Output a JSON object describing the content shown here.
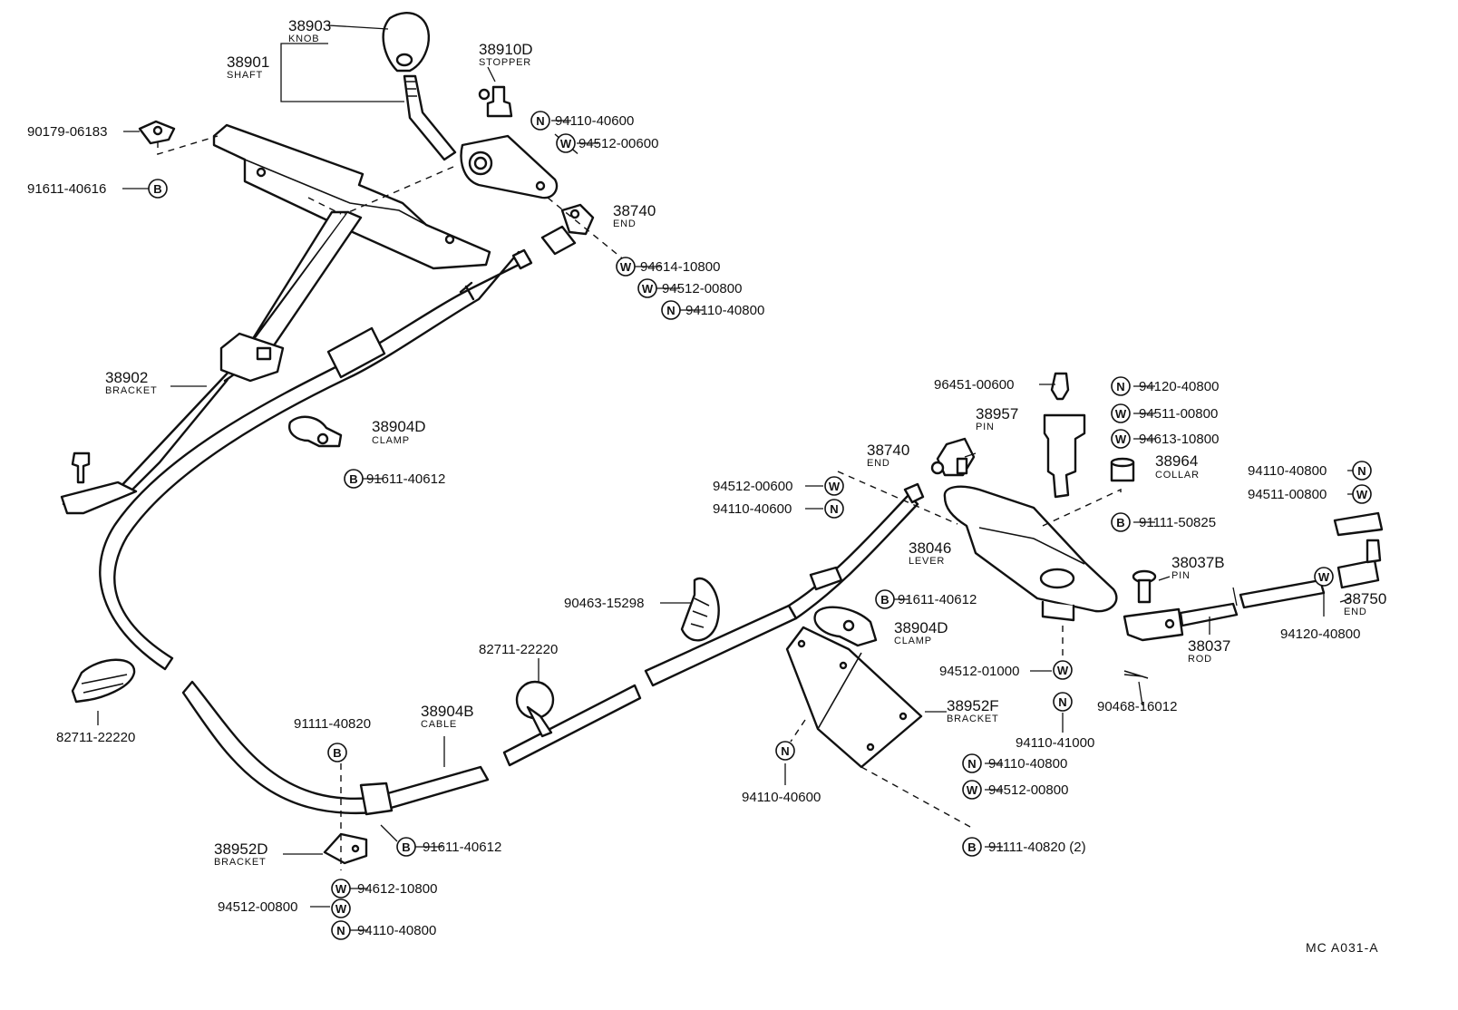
{
  "callouts": {
    "knob": {
      "num": "38903",
      "name": "KNOB"
    },
    "shaft": {
      "num": "38901",
      "name": "SHAFT"
    },
    "stopper": {
      "num": "38910D",
      "name": "STOPPER"
    },
    "end_upper": {
      "num": "38740",
      "name": "END"
    },
    "bracket_main": {
      "num": "38902",
      "name": "BRACKET"
    },
    "clamp_upper": {
      "num": "38904D",
      "name": "CLAMP"
    },
    "pin_lever": {
      "num": "38957",
      "name": "PIN"
    },
    "end_lower": {
      "num": "38740",
      "name": "END"
    },
    "collar": {
      "num": "38964",
      "name": "COLLAR"
    },
    "lever": {
      "num": "38046",
      "name": "LEVER"
    },
    "pin_rod": {
      "num": "38037B",
      "name": "PIN"
    },
    "end_rod": {
      "num": "38750",
      "name": "END"
    },
    "rod": {
      "num": "38037",
      "name": "ROD"
    },
    "clamp_lower": {
      "num": "38904D",
      "name": "CLAMP"
    },
    "bracket_f": {
      "num": "38952F",
      "name": "BRACKET"
    },
    "cable": {
      "num": "38904B",
      "name": "CABLE"
    },
    "bracket_d": {
      "num": "38952D",
      "name": "BRACKET"
    }
  },
  "parts": [
    {
      "id": "p90179",
      "symbol": "",
      "code": "90179-06183"
    },
    {
      "id": "p91611a",
      "symbol": "B",
      "code": "91611-40616"
    },
    {
      "id": "p94110a",
      "symbol": "N",
      "code": "94110-40600"
    },
    {
      "id": "p94512a",
      "symbol": "W",
      "code": "94512-00600"
    },
    {
      "id": "p94614",
      "symbol": "W",
      "code": "94614-10800"
    },
    {
      "id": "p94512b",
      "symbol": "W",
      "code": "94512-00800"
    },
    {
      "id": "p94110b",
      "symbol": "N",
      "code": "94110-40800"
    },
    {
      "id": "p91611b",
      "symbol": "B",
      "code": "91611-40612"
    },
    {
      "id": "p96451",
      "symbol": "",
      "code": "96451-00600"
    },
    {
      "id": "p94120a",
      "symbol": "N",
      "code": "94120-40800"
    },
    {
      "id": "p94511a",
      "symbol": "W",
      "code": "94511-00800"
    },
    {
      "id": "p94613",
      "symbol": "W",
      "code": "94613-10800"
    },
    {
      "id": "p94110c",
      "symbol": "N",
      "code": "94110-40800"
    },
    {
      "id": "p94511b",
      "symbol": "W",
      "code": "94511-00800"
    },
    {
      "id": "p94512c",
      "symbol": "W",
      "code": "94512-00600"
    },
    {
      "id": "p94110d",
      "symbol": "N",
      "code": "94110-40600"
    },
    {
      "id": "p91111a",
      "symbol": "B",
      "code": "91111-50825"
    },
    {
      "id": "p90463",
      "symbol": "",
      "code": "90463-15298"
    },
    {
      "id": "p91611c",
      "symbol": "B",
      "code": "91611-40612"
    },
    {
      "id": "p82711a",
      "symbol": "",
      "code": "82711-22220"
    },
    {
      "id": "p94120b",
      "symbol": "",
      "code": "94120-40800"
    },
    {
      "id": "p94512d",
      "symbol": "",
      "code": "94512-01000"
    },
    {
      "id": "p90468",
      "symbol": "",
      "code": "90468-16012"
    },
    {
      "id": "p94110e",
      "symbol": "",
      "code": "94110-41000"
    },
    {
      "id": "p82711b",
      "symbol": "",
      "code": "82711-22220"
    },
    {
      "id": "p91111b",
      "symbol": "",
      "code": "91111-40820"
    },
    {
      "id": "p94110f",
      "symbol": "N",
      "code": "94110-40800"
    },
    {
      "id": "p94512e",
      "symbol": "W",
      "code": "94512-00800"
    },
    {
      "id": "p94110g",
      "symbol": "",
      "code": "94110-40600"
    },
    {
      "id": "p91111c",
      "symbol": "B",
      "code": "91111-40820 (2)"
    },
    {
      "id": "p91611d",
      "symbol": "B",
      "code": "91611-40612"
    },
    {
      "id": "p94612",
      "symbol": "W",
      "code": "94612-10800"
    },
    {
      "id": "p94512f",
      "symbol": "W",
      "code": "94512-00800"
    },
    {
      "id": "p94110h",
      "symbol": "N",
      "code": "94110-40800"
    }
  ],
  "symbols": {
    "s_b_91111b": "B",
    "s_n_94110g": "N",
    "s_w_94512d": "W",
    "s_n_94110e": "N",
    "s_w_94120b": "W"
  },
  "footer": {
    "code": "MC  A031-A"
  }
}
